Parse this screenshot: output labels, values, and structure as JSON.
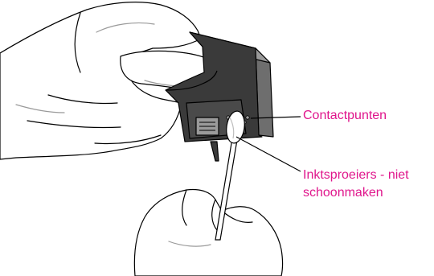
{
  "colors": {
    "accent": "#e0168c",
    "line": "#000000",
    "cartridge_dark": "#3a3a3a",
    "cartridge_mid": "#6e6e6e",
    "cartridge_light": "#9a9a9a",
    "hand_fill": "#ffffff",
    "hand_shade": "#bdbdbd"
  },
  "callouts": {
    "contacts_label": "Contactpunten",
    "nozzles_label_line1": "Inktsproeiers - niet",
    "nozzles_label_line2": "schoonmaken"
  },
  "icons": {
    "cartridge": "ink-cartridge-icon",
    "swab": "cotton-swab-icon",
    "hand_upper": "hand-holding-cartridge-icon",
    "hand_lower": "hand-holding-swab-icon"
  }
}
